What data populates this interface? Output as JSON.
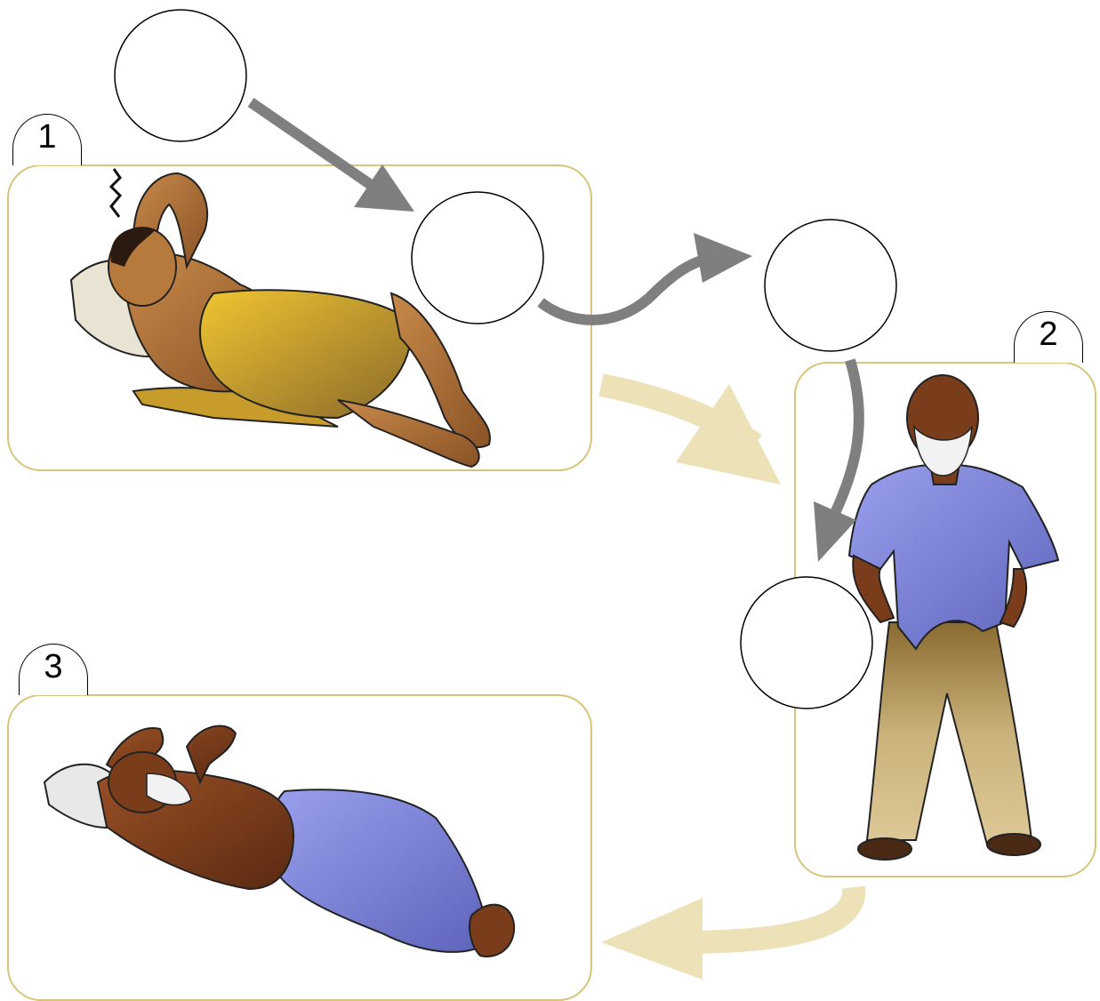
{
  "steps": [
    {
      "number": "1"
    },
    {
      "number": "2"
    },
    {
      "number": "3"
    }
  ],
  "colors": {
    "panel_border": "#d8c47a",
    "flow_arrow": "#7f7f7f",
    "sequence_arrow": "#ede1b7",
    "skin_light": "#b67a3c",
    "skin_dark": "#7a3d1c",
    "cloth_yellow": "#d8a521",
    "shirt_blue": "#7f86db",
    "trousers_khaki": "#c8b177"
  },
  "blank_circles": [
    "circle-a",
    "circle-b",
    "circle-c",
    "circle-d"
  ]
}
